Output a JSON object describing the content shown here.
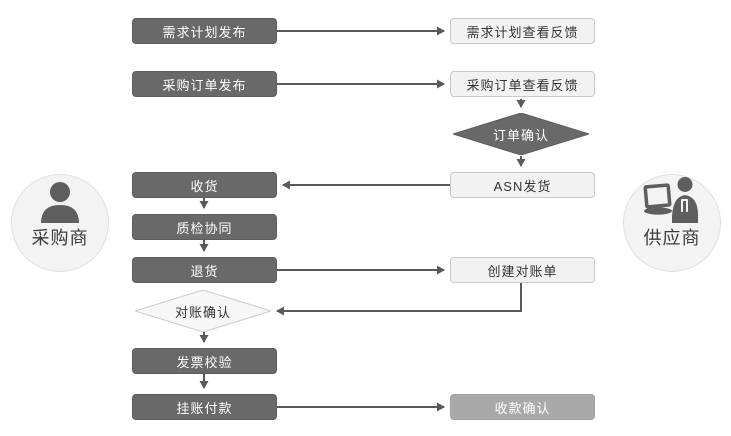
{
  "diagram": {
    "type": "flowchart",
    "description_visible_title": "",
    "colors": {
      "dark_node_bg": "#696969",
      "dark_node_text": "#ffffff",
      "light_node_bg": "#f2f2f2",
      "light_node_border": "#c9c9c9",
      "light_node_text": "#333333",
      "gray_node_bg": "#a9a9a9",
      "connector_line": "#595959",
      "actor_circle_bg": "#f3f3f3",
      "actor_text": "#3c3c3c"
    }
  },
  "actors": {
    "buyer": {
      "label": "采购商",
      "icon": "person-silhouette"
    },
    "supplier": {
      "label": "供应商",
      "icon": "person-with-laptop"
    }
  },
  "nodes": {
    "demand_plan_publish": {
      "label": "需求计划发布",
      "style": "dark",
      "lane": "buyer"
    },
    "po_publish": {
      "label": "采购订单发布",
      "style": "dark",
      "lane": "buyer"
    },
    "receive_goods": {
      "label": "收货",
      "style": "dark",
      "lane": "buyer"
    },
    "quality_collab": {
      "label": "质检协同",
      "style": "dark",
      "lane": "buyer"
    },
    "return_goods": {
      "label": "退货",
      "style": "dark",
      "lane": "buyer"
    },
    "statement_confirm": {
      "label": "对账确认",
      "style": "light-diamond",
      "lane": "buyer"
    },
    "invoice_check": {
      "label": "发票校验",
      "style": "dark",
      "lane": "buyer"
    },
    "payment_on_account": {
      "label": "挂账付款",
      "style": "dark",
      "lane": "buyer"
    },
    "demand_plan_feedback": {
      "label": "需求计划查看反馈",
      "style": "light",
      "lane": "supplier"
    },
    "po_feedback": {
      "label": "采购订单查看反馈",
      "style": "light",
      "lane": "supplier"
    },
    "order_confirm": {
      "label": "订单确认",
      "style": "dark-diamond",
      "lane": "supplier"
    },
    "asn_ship": {
      "label": "ASN发货",
      "style": "light",
      "lane": "supplier"
    },
    "create_statement": {
      "label": "创建对账单",
      "style": "light",
      "lane": "supplier"
    },
    "receipt_confirm": {
      "label": "收款确认",
      "style": "gray",
      "lane": "supplier"
    }
  },
  "edges": [
    {
      "from": "demand_plan_publish",
      "to": "demand_plan_feedback"
    },
    {
      "from": "po_publish",
      "to": "po_feedback"
    },
    {
      "from": "po_feedback",
      "to": "order_confirm"
    },
    {
      "from": "order_confirm",
      "to": "asn_ship"
    },
    {
      "from": "asn_ship",
      "to": "receive_goods"
    },
    {
      "from": "receive_goods",
      "to": "quality_collab"
    },
    {
      "from": "quality_collab",
      "to": "return_goods"
    },
    {
      "from": "return_goods",
      "to": "create_statement"
    },
    {
      "from": "create_statement",
      "to": "statement_confirm"
    },
    {
      "from": "statement_confirm",
      "to": "invoice_check"
    },
    {
      "from": "invoice_check",
      "to": "payment_on_account"
    },
    {
      "from": "payment_on_account",
      "to": "receipt_confirm"
    }
  ]
}
